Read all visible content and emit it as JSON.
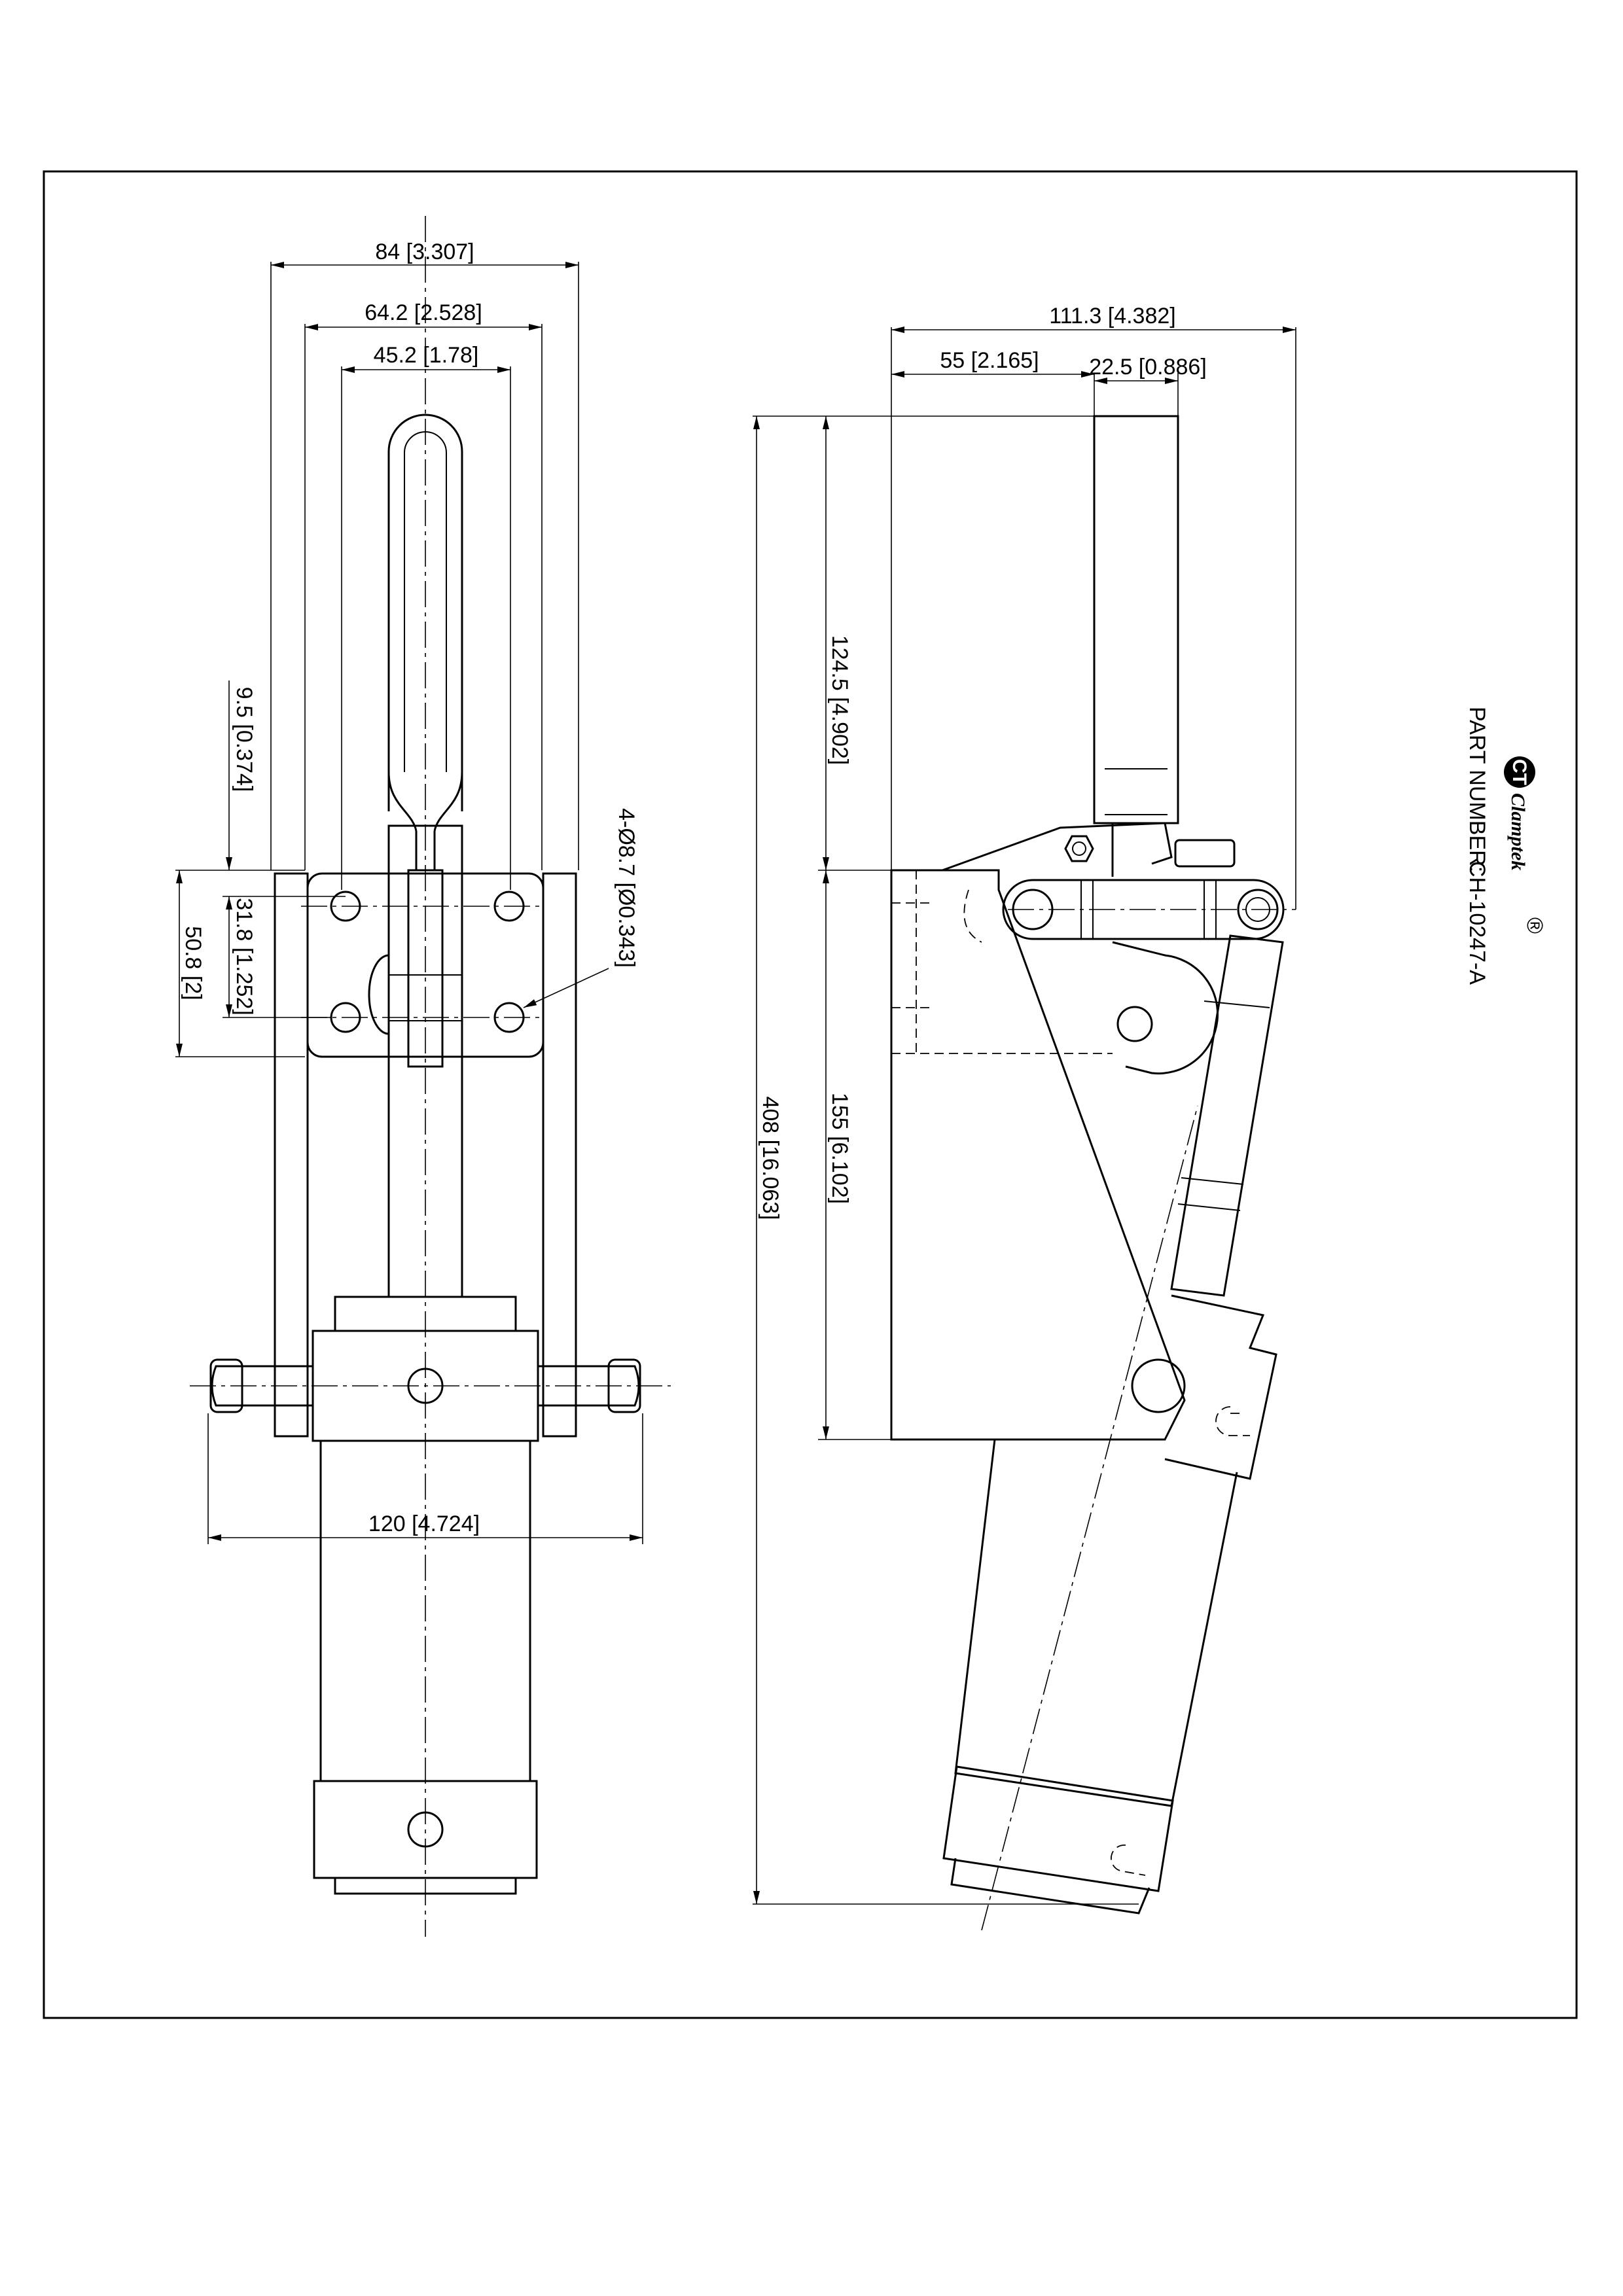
{
  "dimensions": {
    "front_overall_width": "84 [3.307]",
    "front_mount_width": "64.2 [2.528]",
    "front_hole_spacing": "45.2 [1.78]",
    "front_edge_offset": "9.5 [0.374]",
    "front_hole_vertical": "31.8 [1.252]",
    "front_plate_height": "50.8 [2]",
    "hole_callout": "4-Ø8.7 [Ø0.343]",
    "front_pivot_width": "120 [4.724]",
    "side_overall_width": "111.3 [4.382]",
    "side_base_width": "55 [2.165]",
    "side_plunger_width": "22.5 [0.886]",
    "side_upper_height": "124.5 [4.902]",
    "side_lower_height": "155 [6.102]",
    "side_overall_height": "408 [16.063]"
  },
  "title_block": {
    "brand": "Clamptek",
    "registered": "®",
    "part_number_label": "PART NUMBER:",
    "part_number": "CH-10247-A"
  }
}
